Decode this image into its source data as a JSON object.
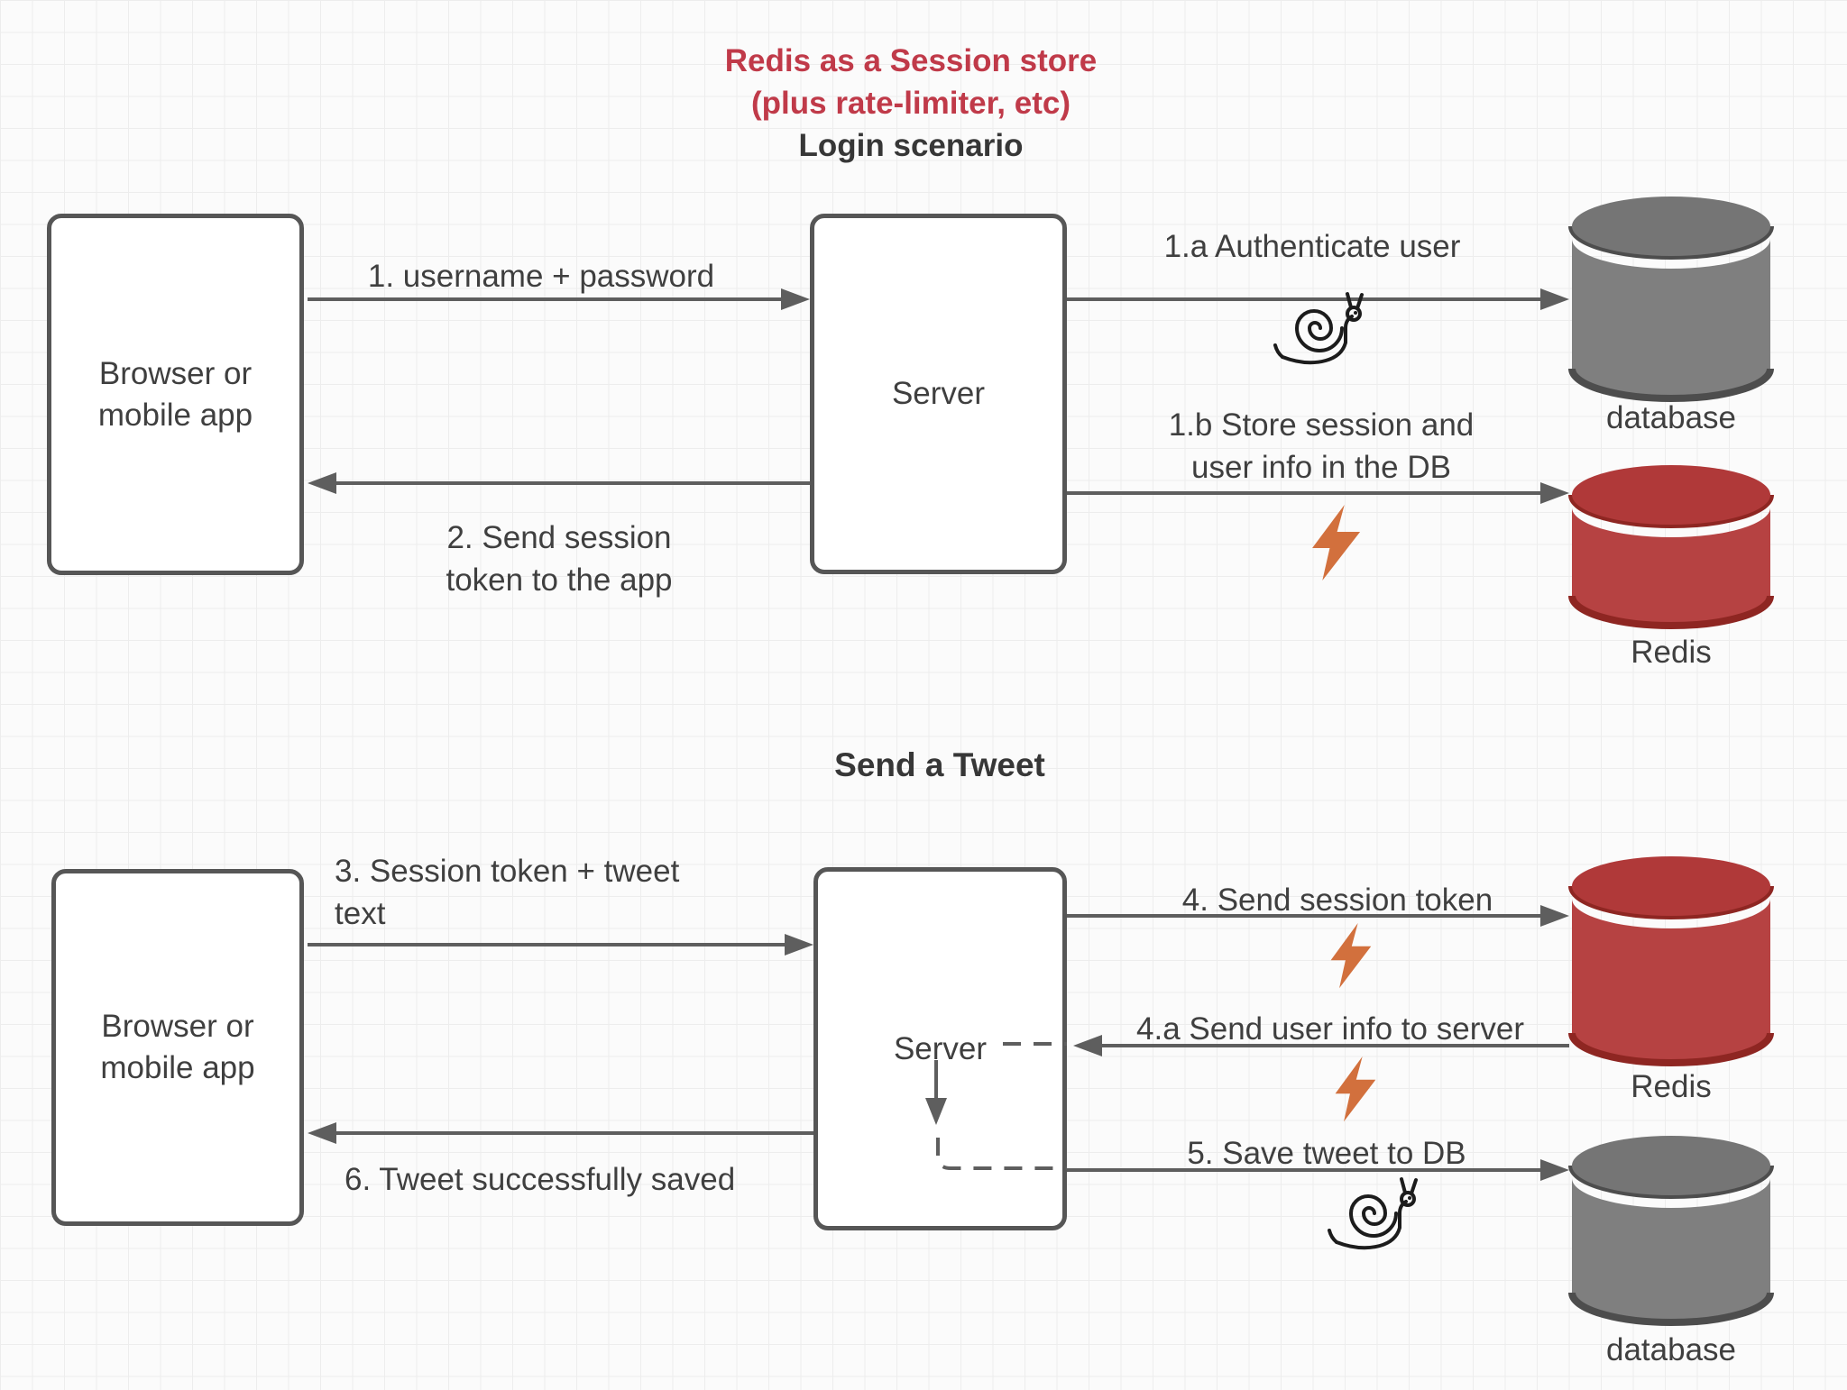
{
  "title": {
    "line1": "Redis as a Session store",
    "line2": "(plus rate-limiter, etc)",
    "line3": "Login scenario"
  },
  "login": {
    "client": "Browser or mobile app",
    "server": "Server",
    "m1": "1. username + password",
    "m2": "2. Send session token to the app",
    "m1a": "1.a Authenticate user",
    "m1b": "1.b Store session and user info in the DB",
    "database": "database",
    "redis": "Redis"
  },
  "tweet": {
    "heading": "Send a Tweet",
    "client": "Browser or mobile app",
    "server": "Server",
    "m3": "3. Session token + tweet text",
    "m4": "4. Send session token",
    "m4a": "4.a Send user info to server",
    "m5": "5. Save tweet to DB",
    "m6": "6. Tweet successfully saved",
    "redis": "Redis",
    "database": "database"
  },
  "icons": {
    "slow": "snail",
    "fast": "lightning-bolt"
  },
  "colors": {
    "title-red": "#c03a49",
    "text": "#3f3f3f",
    "line": "#5e5e5e",
    "db-body": "#7f7f7f",
    "db-top": "#757575",
    "db-rim": "#4d4d4d",
    "redis-body": "#b64242",
    "redis-top": "#b03939",
    "redis-rim": "#8e2622",
    "bolt-orange": "#d2703d",
    "bg": "#fbfbfb",
    "grid": "#ededed"
  }
}
